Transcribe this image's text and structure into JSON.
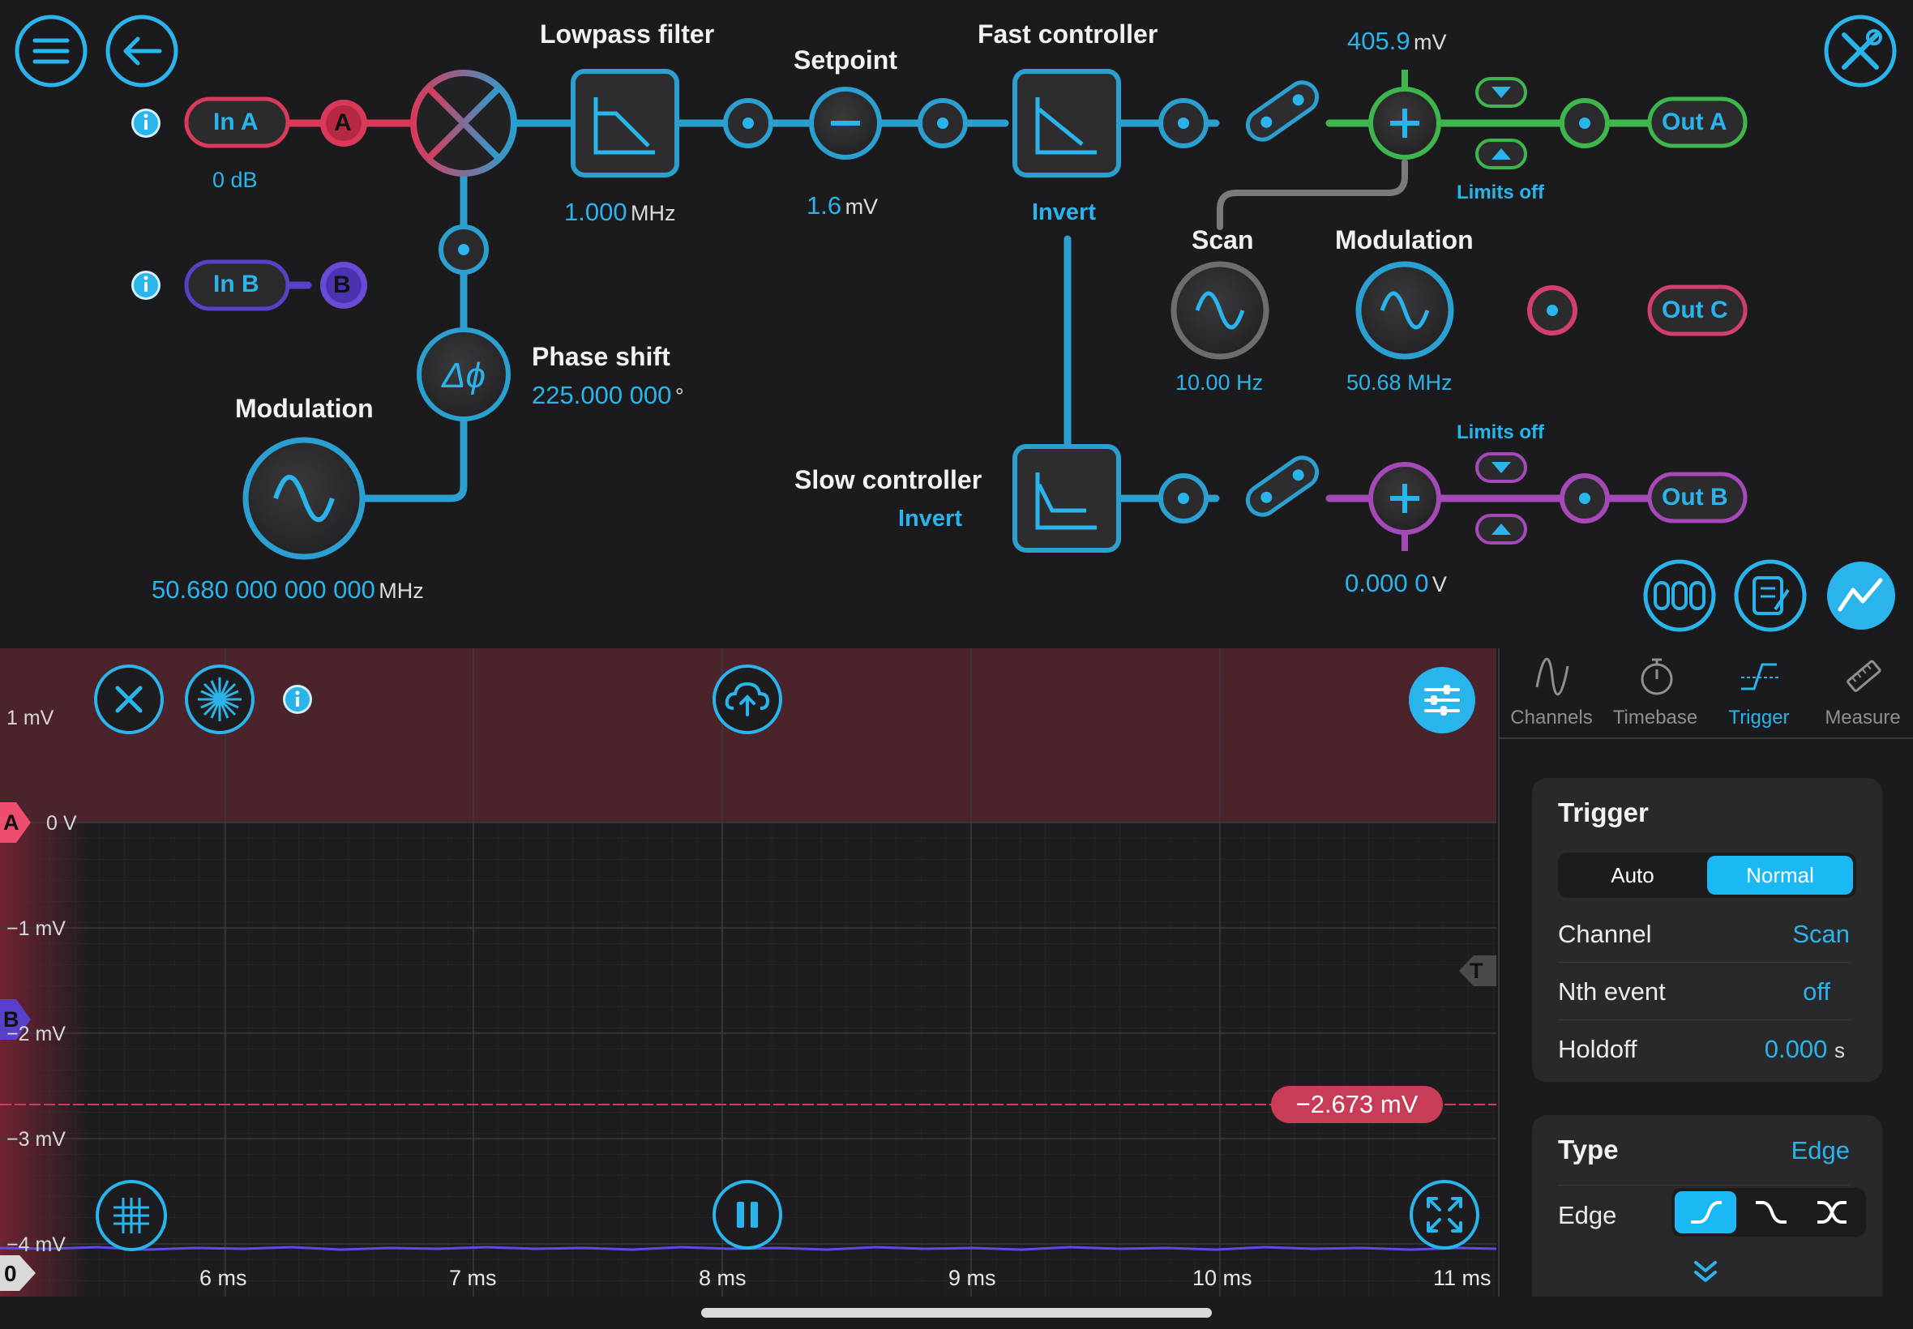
{
  "icons": {
    "menu": "hamburger-menu-icon",
    "back": "arrow-left-icon",
    "tools": "wrench-screwdriver-icon",
    "info": "info-icon",
    "mixer": "multiply-cross-icon",
    "lowpass": "lowpass-icon",
    "minus": "minus-icon",
    "plus": "plus-icon",
    "sine": "sine-wave-icon",
    "phase": "delta-phi-icon",
    "link": "link-icon",
    "limit_up": "triangle-up-icon",
    "limit_down": "triangle-down-icon",
    "close": "close-icon",
    "laser": "starburst-icon",
    "cloud": "cloud-upload-icon",
    "sliders": "sliders-icon",
    "grid": "grid-icon",
    "pause": "pause-icon",
    "expand": "expand-arrows-icon",
    "numbers": "zero-zero-zero-icon",
    "notes": "notes-edit-icon",
    "graph": "line-graph-icon"
  },
  "colors": {
    "accent": "#2ab4ec",
    "channel_a": "#d93a5b",
    "channel_b": "#5a3fc8",
    "out_a_green": "#3fb54d",
    "out_b_purple": "#a548b8",
    "out_c_pink": "#d23f6d",
    "background": "#1b1b1d"
  },
  "diagram": {
    "in_a": {
      "label": "In A",
      "badge": "A",
      "gain": "0 dB"
    },
    "in_b": {
      "label": "In B",
      "badge": "B"
    },
    "lowpass": {
      "title": "Lowpass filter",
      "value": "1.000",
      "unit": "MHz"
    },
    "setpoint": {
      "title": "Setpoint",
      "value": "1.6",
      "unit": "mV"
    },
    "fast_controller": {
      "title": "Fast controller",
      "invert": "Invert"
    },
    "slow_controller": {
      "title": "Slow controller",
      "invert": "Invert"
    },
    "phase_shift": {
      "title": "Phase shift",
      "value": "225.000 000",
      "unit": "°"
    },
    "modulation_left": {
      "title": "Modulation",
      "value": "50.680 000 000 000",
      "unit": "MHz"
    },
    "scan": {
      "title": "Scan",
      "value": "10.00 Hz"
    },
    "modulation_right": {
      "title": "Modulation",
      "value": "50.68 MHz"
    },
    "sum_a": {
      "value": "405.9",
      "unit": "mV",
      "limits": "Limits off"
    },
    "sum_b": {
      "value": "0.000 0",
      "unit": "V",
      "limits": "Limits off"
    },
    "out_a": "Out A",
    "out_b": "Out B",
    "out_c": "Out C"
  },
  "scope": {
    "y_labels": [
      "1 mV",
      "0 V",
      "−1 mV",
      "−2 mV",
      "−3 mV",
      "−4 mV"
    ],
    "x_labels": [
      "6 ms",
      "7 ms",
      "8 ms",
      "9 ms",
      "10 ms",
      "11 ms"
    ],
    "marker_a": "A",
    "marker_b": "B",
    "marker_t": "T",
    "marker_zero": "0",
    "trigger_level": "−2.673 mV"
  },
  "side_panel": {
    "tabs": [
      {
        "label": "Channels",
        "icon": "sine-wave-icon",
        "active": false
      },
      {
        "label": "Timebase",
        "icon": "stopwatch-icon",
        "active": false
      },
      {
        "label": "Trigger",
        "icon": "trigger-edge-icon",
        "active": true
      },
      {
        "label": "Measure",
        "icon": "ruler-icon",
        "active": false
      }
    ],
    "trigger": {
      "title": "Trigger",
      "mode_auto": "Auto",
      "mode_normal": "Normal",
      "selected_mode": "Normal",
      "channel_label": "Channel",
      "channel_value": "Scan",
      "nth_label": "Nth event",
      "nth_value": "off",
      "holdoff_label": "Holdoff",
      "holdoff_value": "0.000",
      "holdoff_unit": "s"
    },
    "type": {
      "title": "Type",
      "value": "Edge",
      "edge_label": "Edge",
      "edge_options": [
        "rising-edge-icon",
        "falling-edge-icon",
        "both-edges-icon"
      ],
      "selected_edge": "rising-edge-icon"
    }
  }
}
